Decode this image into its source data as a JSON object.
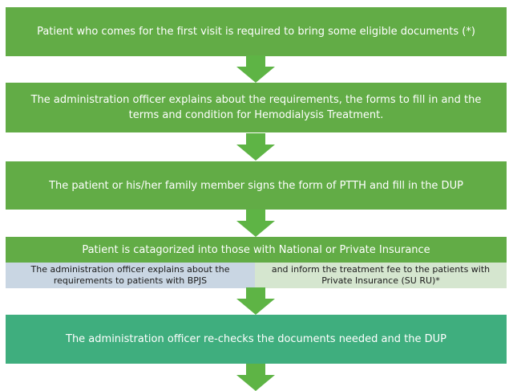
{
  "steps": {
    "first_visit": "Patient who comes for the first visit is required to bring some eligible documents (*)",
    "admin_explains": "The administration officer explains about the requirements, the forms to fill in and the terms and condition for Hemodialysis Treatment.",
    "signs_form": "The patient or his/her family member signs the form of PTTH and fill in the DUP",
    "categorized": "Patient is catagorized into those with National or Private Insurance",
    "bpjs_branch": "The administration officer explains about the requirements to patients with  BPJS",
    "private_branch": "and inform the treatment fee to the patients with Private Insurance (SU RU)*",
    "rechecks": "The administration officer re-checks the documents needed and the DUP"
  },
  "colors": {
    "box_green": "#62ac46",
    "box_teal": "#3fae7e",
    "arrow_green": "#5eb445",
    "branch_blue": "#c9d6e3",
    "branch_green": "#d5e6cf"
  }
}
